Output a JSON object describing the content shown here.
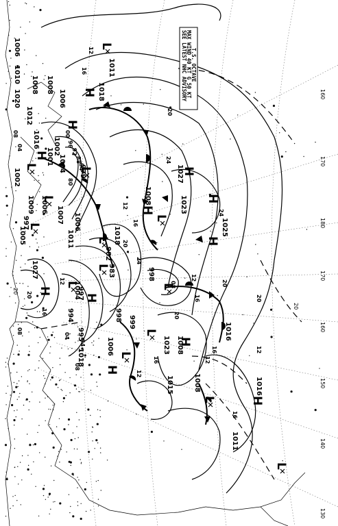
{
  "advisory": {
    "lines": [
      "T.S. OCTAVE",
      "MAX WIND 40 KT G 50 KT",
      "SEE LATEST NHC ADVISORY"
    ]
  },
  "grid_labels": [
    "160",
    "170",
    "180",
    "170",
    "160",
    "150",
    "140",
    "130",
    "20",
    "20"
  ],
  "high_centers": 12,
  "low_centers": 14,
  "isobar_labels": {
    "pressure": [
      "1006",
      "1010",
      "1008",
      "1020",
      "1012",
      "1016",
      "1008",
      "1006",
      "1018",
      "1011",
      "1002",
      "1001",
      "1002",
      "1004",
      "1009",
      "1006",
      "1007",
      "1005",
      "997",
      "1011",
      "1006",
      "982",
      "983",
      "997",
      "1004",
      "1018",
      "998",
      "994",
      "995",
      "1018",
      "998",
      "1006",
      "999",
      "1023",
      "1015",
      "1008",
      "1016",
      "1016",
      "1011",
      "1027",
      "1023",
      "1025",
      "1008",
      "979",
      "1027",
      "1008"
    ],
    "small": [
      "12",
      "16",
      "20",
      "24",
      "08",
      "04",
      "00",
      "96",
      "92",
      "88",
      "84",
      "80",
      "12",
      "16",
      "20",
      "24",
      "12",
      "16",
      "20",
      "08",
      "04",
      "12",
      "16",
      "20",
      "24",
      "08",
      "12",
      "16",
      "20",
      "12",
      "16",
      "20",
      "04",
      "08",
      "12",
      "16"
    ]
  }
}
